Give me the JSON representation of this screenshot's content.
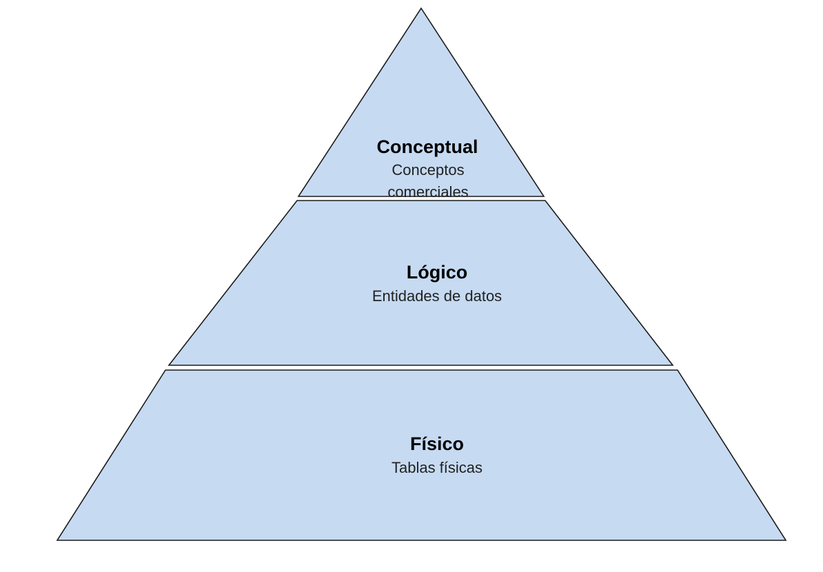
{
  "diagram": {
    "fill_color": "#c6daf2",
    "stroke_color": "#1a1a1a",
    "levels": [
      {
        "title": "Conceptual",
        "description_lines": [
          "Conceptos",
          "comerciales"
        ]
      },
      {
        "title": "Lógico",
        "description_lines": [
          "Entidades de datos"
        ]
      },
      {
        "title": "Físico",
        "description_lines": [
          "Tablas físicas"
        ]
      }
    ]
  }
}
